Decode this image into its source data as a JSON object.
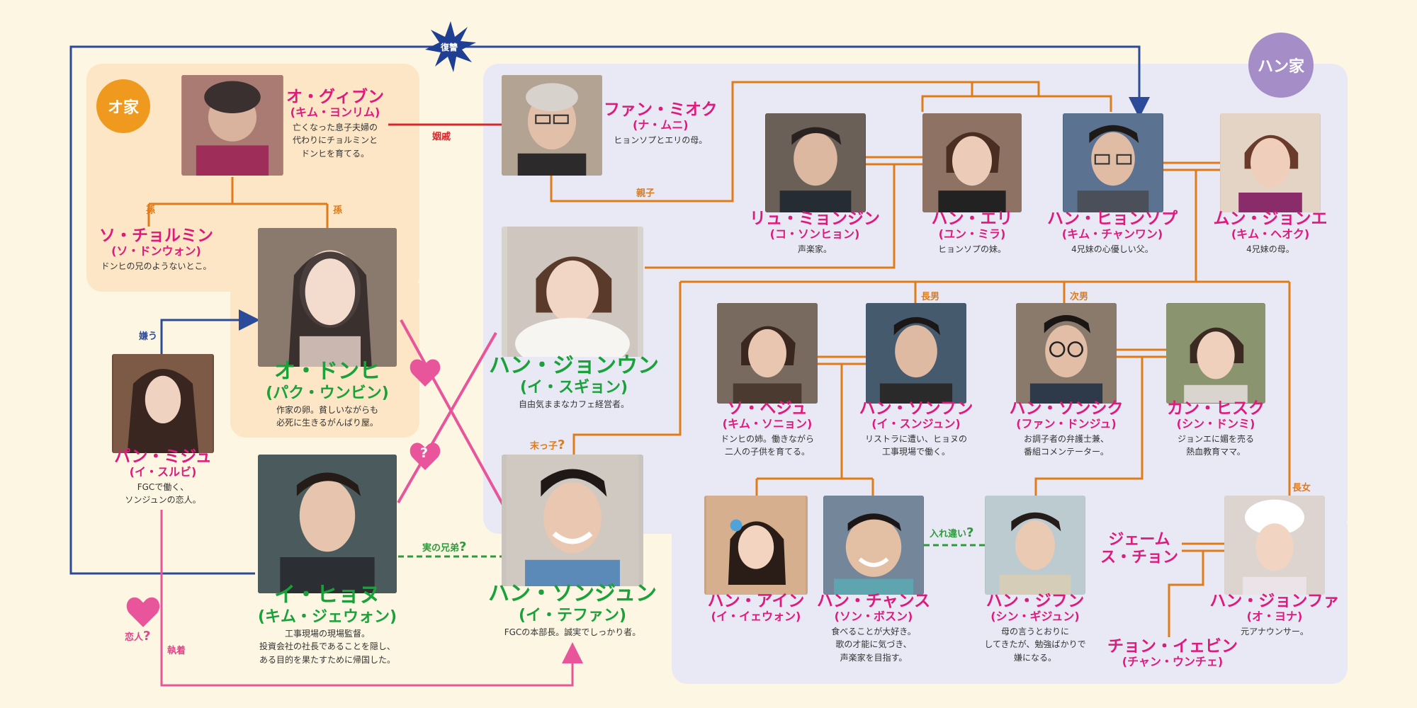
{
  "families": {
    "oh": "オ家",
    "han": "ハン家"
  },
  "labels": {
    "revenge": "復讐",
    "in_law": "姻戚",
    "parent_child": "親子",
    "grandchild_1": "孫",
    "grandchild_2": "孫",
    "dislike": "嫌う",
    "youngest": "末っ子",
    "eldest_son": "長男",
    "second_son": "次男",
    "eldest_daughter": "長女",
    "real_brothers": "実の兄弟",
    "swapped": "入れ違い",
    "lovers": "恋人",
    "obsession": "執着",
    "q": "?"
  },
  "characters": {
    "oh_gwibun": {
      "name": "オ・グィブン",
      "actor": "(キム・ヨンリム)",
      "desc": [
        "亡くなった息子夫婦の",
        "代わりにチョルミンと",
        "ドンヒを育てる。"
      ]
    },
    "so_cheolmin": {
      "name": "ソ・チョルミン",
      "actor": "(ソ・ドンウォン)",
      "desc": [
        "ドンヒの兄のようないとこ。"
      ]
    },
    "oh_donghee": {
      "name": "オ・ドンヒ",
      "actor": "(パク・ウンビン)",
      "desc": [
        "作家の卵。貧しいながらも",
        "必死に生きるがんばり屋。"
      ]
    },
    "pan_miju": {
      "name": "パン・ミジュ",
      "actor": "(イ・スルビ)",
      "desc": [
        "FGCで働く、",
        "ソンジュンの恋人。"
      ]
    },
    "lee_hyonu": {
      "name": "イ・ヒョヌ",
      "actor": "(キム・ジェウォン)",
      "desc": [
        "工事現場の現場監督。",
        "投資会社の社長であることを隠し、",
        "ある目的を果たすために帰国した。"
      ]
    },
    "hwang_miok": {
      "name": "ファン・ミオク",
      "actor": "(ナ・ムニ)",
      "desc": [
        "ヒョンソプとエリの母。"
      ]
    },
    "ryu_myeongjin": {
      "name": "リュ・ミョンジン",
      "actor": "(コ・ソンヒョン)",
      "desc": [
        "声楽家。"
      ]
    },
    "han_eri": {
      "name": "ハン・エリ",
      "actor": "(ユン・ミラ)",
      "desc": [
        "ヒョンソプの妹。"
      ]
    },
    "han_hyeonsop": {
      "name": "ハン・ヒョンソプ",
      "actor": "(キム・チャンワン)",
      "desc": [
        "4兄妹の心優しい父。"
      ]
    },
    "mun_jeonge": {
      "name": "ムン・ジョンエ",
      "actor": "(キム・ヘオク)",
      "desc": [
        "4兄妹の母。"
      ]
    },
    "han_jeongun": {
      "name": "ハン・ジョンウン",
      "actor": "(イ・スギョン)",
      "desc": [
        "自由気ままなカフェ経営者。"
      ]
    },
    "so_heju": {
      "name": "ソ・ヘジュ",
      "actor": "(キム・ソニョン)",
      "desc": [
        "ドンヒの姉。働きながら",
        "二人の子供を育てる。"
      ]
    },
    "han_sonfun": {
      "name": "ハン・ソンフン",
      "actor": "(イ・スンジュン)",
      "desc": [
        "リストラに遭い、ヒョヌの",
        "工事現場で働く。"
      ]
    },
    "han_sonsik": {
      "name": "ハン・ソンシク",
      "actor": "(ファン・ドンジュ)",
      "desc": [
        "お調子者の弁護士兼、",
        "番組コメンテーター。"
      ]
    },
    "kang_hisuk": {
      "name": "カン・ヒスク",
      "actor": "(シン・ドンミ)",
      "desc": [
        "ジョンエに媚を売る",
        "熱血教育ママ。"
      ]
    },
    "han_sonjun": {
      "name": "ハン・ソンジュン",
      "actor": "(イ・テファン)",
      "desc": [
        "FGCの本部長。誠実でしっかり者。"
      ]
    },
    "han_ain": {
      "name": "ハン・アイン",
      "actor": "(イ・イェウォン)",
      "desc": []
    },
    "han_chansu": {
      "name": "ハン・チャンス",
      "actor": "(ソン・ボスン)",
      "desc": [
        "食べることが大好き。",
        "歌の才能に気づき、",
        "声楽家を目指す。"
      ]
    },
    "han_jifun": {
      "name": "ハン・ジフン",
      "actor": "(シン・ギジュン)",
      "desc": [
        "母の言うとおりに",
        "してきたが、勉強ばかりで",
        "嫌になる。"
      ]
    },
    "james_chon": {
      "name": "ジェームス・チョン",
      "actor": "",
      "desc": []
    },
    "chon_iebin": {
      "name": "チョン・イェビン",
      "actor": "(チャン・ウンチェ)",
      "desc": []
    },
    "han_jeonghwa": {
      "name": "ハン・ジョンファ",
      "actor": "(オ・ヨナ)",
      "desc": [
        "元アナウンサー。"
      ]
    }
  },
  "colors": {
    "background": "#fdf6e3",
    "oh_family_panel": "#fde6c6",
    "han_family_panel": "#e8e9f5",
    "oh_badge": "#ef9a1f",
    "han_badge": "#a58ec8",
    "name_pink": "#e0197d",
    "name_green": "#1aa23a",
    "line_orange": "#e07b19",
    "line_blue": "#2b4a9a",
    "line_red": "#d9262a",
    "line_pink": "#e8559a",
    "line_green": "#2f9a3c"
  },
  "icons": [
    "heart-icon",
    "heart-question-icon",
    "starburst-icon"
  ]
}
